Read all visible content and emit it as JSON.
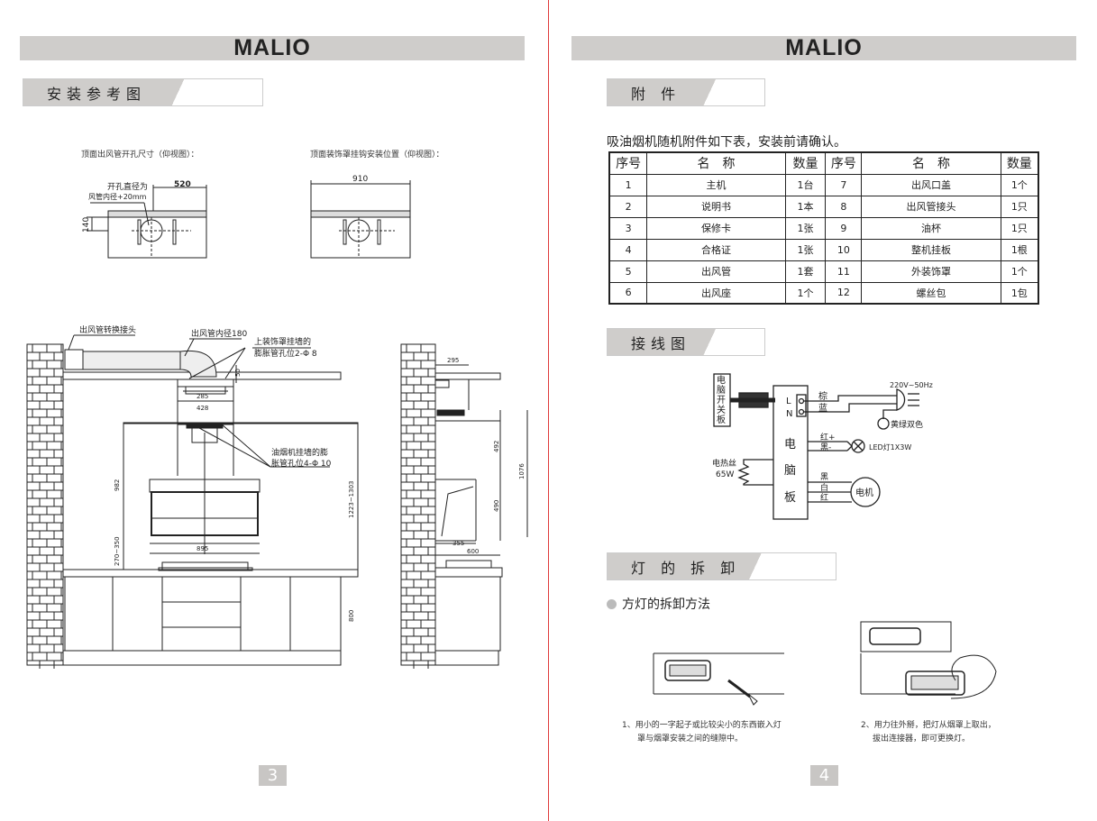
{
  "brand": "MALIO",
  "left": {
    "section_title": "安装参考图",
    "top_view_1_caption": "顶面出风管开孔尺寸（仰视图）：",
    "top_view_2_caption": "顶面装饰罩挂钩安装位置（仰视图）：",
    "hole_note_1": "开孔直径为",
    "hole_note_2": "风管内径+20mm",
    "dim_520": "520",
    "dim_140": "140",
    "dim_910": "910",
    "label_adapter": "出风管转换接头",
    "label_duct": "出风管内径180",
    "label_cover_1": "上装饰罩挂墙的",
    "label_cover_2": "膨胀管孔位2-Φ 8",
    "label_hood_1": "油烟机挂墙的膨",
    "label_hood_2": "胀管孔位4-Φ 10",
    "dim_50": "50",
    "dim_285": "285",
    "dim_428": "428",
    "dim_982": "982",
    "dim_895": "895",
    "dim_270_350": "270~350",
    "dim_1223_1303": "1223~1303",
    "dim_800": "800",
    "dim_295": "295",
    "dim_492": "492",
    "dim_490": "490",
    "dim_1076": "1076",
    "dim_355": "355",
    "dim_600": "600",
    "page_number": "3"
  },
  "right": {
    "accessories_title": "附 件",
    "accessories_intro": "吸油烟机随机附件如下表，安装前请确认。",
    "table_headers": [
      "序号",
      "名　称",
      "数量",
      "序号",
      "名　称",
      "数量"
    ],
    "table_rows": [
      [
        "1",
        "主机",
        "1台",
        "7",
        "出风口盖",
        "1个"
      ],
      [
        "2",
        "说明书",
        "1本",
        "8",
        "出风管接头",
        "1只"
      ],
      [
        "3",
        "保修卡",
        "1张",
        "9",
        "油杯",
        "1只"
      ],
      [
        "4",
        "合格证",
        "1张",
        "10",
        "整机挂板",
        "1根"
      ],
      [
        "5",
        "出风管",
        "1套",
        "11",
        "外装饰罩",
        "1个"
      ],
      [
        "6",
        "出风座",
        "1个",
        "12",
        "螺丝包",
        "1包"
      ]
    ],
    "wiring_title": "接线图",
    "wiring": {
      "switch_board": [
        "电",
        "脑",
        "开",
        "关",
        "板"
      ],
      "main_board": [
        "电",
        "脑",
        "板"
      ],
      "L": "L",
      "N": "N",
      "brown": "棕",
      "blue": "蓝",
      "power": "220V~50Hz",
      "ground": "黄绿双色",
      "red_plus": "红+",
      "black_minus": "黑-",
      "led": "LED灯1X3W",
      "heater_1": "电热丝",
      "heater_2": "65W",
      "black": "黑",
      "white": "白",
      "red": "红",
      "motor": "电机"
    },
    "lamp_title": "灯 的 拆 卸",
    "lamp_subtitle": "方灯的拆卸方法",
    "step1_line1": "1、用小的一字起子或比较尖小的东西嵌入灯",
    "step1_line2": "罩与烟罩安装之间的缝隙中。",
    "step2_line1": "2、用力往外掰，把灯从烟罩上取出，",
    "step2_line2": "拔出连接器，即可更换灯。",
    "page_number": "4"
  },
  "colors": {
    "divider": "#e03a3a",
    "bar": "#cfcdcb"
  }
}
